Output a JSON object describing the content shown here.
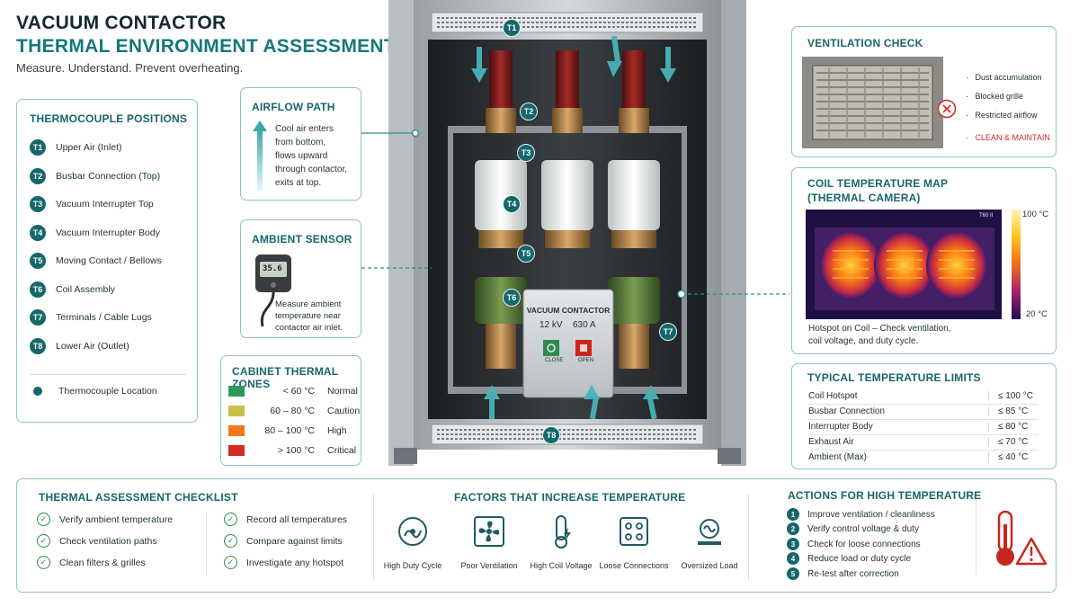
{
  "header": {
    "title_line1": "VACUUM CONTACTOR",
    "title_line2": "THERMAL ENVIRONMENT ASSESSMENT",
    "subtitle": "Measure. Understand. Prevent overheating."
  },
  "thermocouple_positions": {
    "title": "THERMOCOUPLE POSITIONS",
    "items": [
      {
        "id": "T1",
        "label": "Upper Air (Inlet)"
      },
      {
        "id": "T2",
        "label": "Busbar Connection (Top)"
      },
      {
        "id": "T3",
        "label": "Vacuum Interrupter Top"
      },
      {
        "id": "T4",
        "label": "Vacuum Interrupter Body"
      },
      {
        "id": "T5",
        "label": "Moving Contact / Bellows"
      },
      {
        "id": "T6",
        "label": "Coil Assembly"
      },
      {
        "id": "T7",
        "label": "Terminals / Cable Lugs"
      },
      {
        "id": "T8",
        "label": "Lower Air (Outlet)"
      }
    ],
    "legend": "Thermocouple Location"
  },
  "airflow": {
    "title": "AIRFLOW PATH",
    "lines": [
      "Cool air enters",
      "from bottom,",
      "flows upward",
      "through contactor,",
      "exits at top."
    ]
  },
  "ambient": {
    "title": "AMBIENT SENSOR",
    "reading": "35.6",
    "lines": [
      "Measure ambient",
      "temperature near",
      "contactor air inlet."
    ]
  },
  "zones": {
    "title": "CABINET THERMAL ZONES",
    "items": [
      {
        "range": "< 60 °C",
        "label": "Normal",
        "color": "#2c9a5b"
      },
      {
        "range": "60 – 80 °C",
        "label": "Caution",
        "color": "#c9c04a"
      },
      {
        "range": "80 – 100 °C",
        "label": "High",
        "color": "#ee7a1c"
      },
      {
        "range": "> 100 °C",
        "label": "Critical",
        "color": "#d42a22"
      }
    ]
  },
  "contactor": {
    "name": "VACUUM CONTACTOR",
    "voltage": "12 kV",
    "current": "630 A",
    "close_label": "CLOSE",
    "open_label": "OPEN"
  },
  "ventilation": {
    "title": "VENTILATION CHECK",
    "bullets": [
      "Dust accumulation",
      "Blocked grille",
      "Restricted airflow"
    ],
    "action": "CLEAN & MAINTAIN"
  },
  "thermal_map": {
    "title_line1": "COIL TEMPERATURE MAP",
    "title_line2": "(THERMAL CAMERA)",
    "scale_max": "100 °C",
    "scale_min": "20 °C",
    "camera_tag": "T60 II",
    "note_line1": "Hotspot on Coil – Check ventilation,",
    "note_line2": "coil voltage, and duty cycle."
  },
  "limits": {
    "title": "TYPICAL TEMPERATURE LIMITS",
    "rows": [
      {
        "name": "Coil Hotspot",
        "value": "≤ 100 °C"
      },
      {
        "name": "Busbar Connection",
        "value": "≤ 85 °C"
      },
      {
        "name": "Interrupter Body",
        "value": "≤ 80 °C"
      },
      {
        "name": "Exhaust Air",
        "value": "≤ 70 °C"
      },
      {
        "name": "Ambient (Max)",
        "value": "≤ 40 °C"
      }
    ]
  },
  "checklist": {
    "title": "THERMAL ASSESSMENT CHECKLIST",
    "items": [
      "Verify ambient temperature",
      "Check ventilation paths",
      "Clean filters & grilles",
      "Record all temperatures",
      "Compare against limits",
      "Investigate any hotspot"
    ]
  },
  "factors": {
    "title": "FACTORS THAT INCREASE TEMPERATURE",
    "items": [
      {
        "label": "High Duty Cycle",
        "icon": "gauge-icon"
      },
      {
        "label": "Poor Ventilation",
        "icon": "fan-icon"
      },
      {
        "label": "High Coil Voltage",
        "icon": "thermometer-bolt-icon"
      },
      {
        "label": "Loose Connections",
        "icon": "terminal-block-icon"
      },
      {
        "label": "Oversized Load",
        "icon": "load-icon"
      }
    ]
  },
  "actions": {
    "title": "ACTIONS FOR HIGH TEMPERATURE",
    "items": [
      "Improve ventilation / cleanliness",
      "Verify control voltage & duty",
      "Check for loose connections",
      "Reduce load or duty cycle",
      "Re-test after correction"
    ]
  }
}
